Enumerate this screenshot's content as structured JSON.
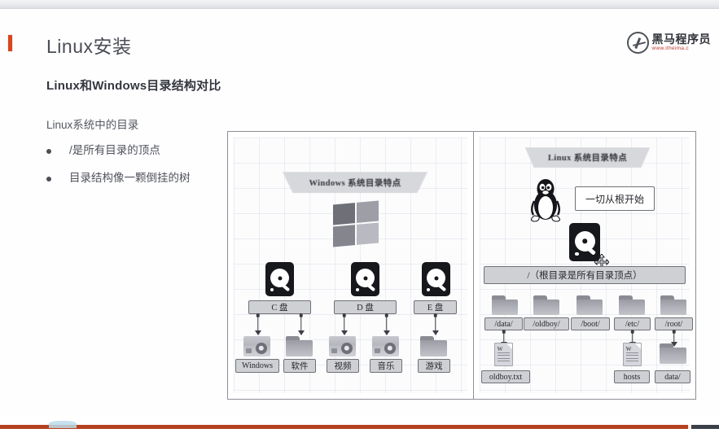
{
  "slide": {
    "title": "Linux安装",
    "subtitle": "Linux和Windows目录结构对比",
    "intro": "Linux系统中的目录",
    "bullets": [
      "/是所有目录的顶点",
      "目录结构像一颗倒挂的树"
    ],
    "accent_color": "#d9461d"
  },
  "logo": {
    "name_cn": "黑马程序员",
    "url": "www.itheima.c",
    "mark": "horse-circle-icon",
    "url_color": "#c0392b"
  },
  "diagram": {
    "windows_panel": {
      "banner": "Windows 系统目录特点",
      "os_icon": "windows-logo-icon",
      "drives": [
        {
          "label": "C 盘",
          "icon": "hard-drive-icon"
        },
        {
          "label": "D 盘",
          "icon": "hard-drive-icon"
        },
        {
          "label": "E 盘",
          "icon": "hard-drive-icon"
        }
      ],
      "children": [
        {
          "label": "Windows",
          "icon": "computer-icon"
        },
        {
          "label": "软件",
          "icon": "folder-icon"
        },
        {
          "label": "视频",
          "icon": "computer-icon"
        },
        {
          "label": "音乐",
          "icon": "computer-icon"
        },
        {
          "label": "游戏",
          "icon": "folder-icon"
        }
      ]
    },
    "linux_panel": {
      "banner": "Linux 系统目录特点",
      "os_icon": "tux-penguin-icon",
      "callout": "一切从根开始",
      "drive_icon": "hard-drive-icon",
      "root_label": "/（根目录是所有目录顶点）",
      "folders": [
        {
          "label": "/data/",
          "icon": "folder-icon"
        },
        {
          "label": "/oldboy/",
          "icon": "folder-icon"
        },
        {
          "label": "/boot/",
          "icon": "folder-icon"
        },
        {
          "label": "/etc/",
          "icon": "folder-icon"
        },
        {
          "label": "/root/",
          "icon": "folder-icon"
        }
      ],
      "leaves": [
        {
          "label": "oldboy.txt",
          "icon": "document-icon"
        },
        {
          "label": "hosts",
          "icon": "document-icon"
        },
        {
          "label": "data/",
          "icon": "folder-icon"
        }
      ]
    }
  },
  "player": {
    "progress_percent": 95.7,
    "buffer_percent": 4.3,
    "progress_color": "#b4411f",
    "buffer_color": "#3c4049",
    "thumbnail_marker": "chapter-marker"
  },
  "cursor": {
    "type": "move-cursor"
  }
}
